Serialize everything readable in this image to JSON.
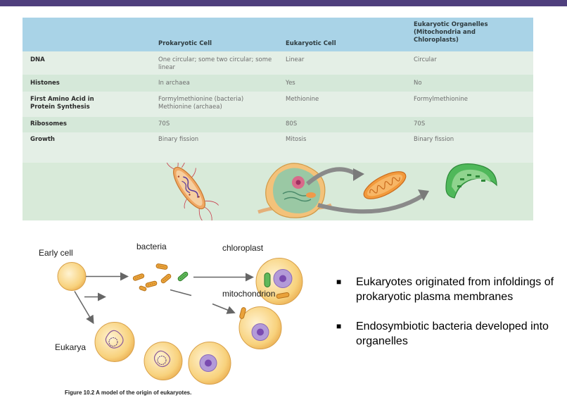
{
  "table": {
    "headers": [
      "",
      "Prokaryotic Cell",
      "Eukaryotic Cell",
      "Eukaryotic Organelles (Mitochondria and Chloroplasts)"
    ],
    "header_lines": [
      "Eukaryotic Organelles",
      "(Mitochondria and",
      "Chloroplasts)"
    ],
    "rows": [
      {
        "label": [
          "DNA"
        ],
        "prokaryotic": [
          "One circular; some two circular; some",
          "linear"
        ],
        "eukaryotic": "Linear",
        "organelles": "Circular"
      },
      {
        "label": [
          "Histones"
        ],
        "prokaryotic": [
          "In archaea"
        ],
        "eukaryotic": "Yes",
        "organelles": "No"
      },
      {
        "label": [
          "First Amino Acid in",
          "Protein Synthesis"
        ],
        "prokaryotic": [
          "Formylmethionine (bacteria)",
          "Methionine (archaea)"
        ],
        "eukaryotic": "Methionine",
        "organelles": "Formylmethionine"
      },
      {
        "label": [
          "Ribosomes"
        ],
        "prokaryotic": [
          "70S"
        ],
        "eukaryotic": "80S",
        "organelles": "70S"
      },
      {
        "label": [
          "Growth"
        ],
        "prokaryotic": [
          "Binary fission"
        ],
        "eukaryotic": "Mitosis",
        "organelles": "Binary fission"
      }
    ]
  },
  "diagram": {
    "early_cell": "Early cell",
    "bacteria": "bacteria",
    "chloroplast": "chloroplast",
    "mitochondrion": "mitochondrion",
    "eukarya": "Eukarya"
  },
  "caption": "Figure 10.2  A model of the origin of eukaryotes.",
  "bullets": [
    {
      "mark": "■",
      "text": "Eukaryotes originated from infoldings of prokaryotic plasma membranes"
    },
    {
      "mark": "■",
      "text": "Endosymbiotic bacteria developed into organelles"
    }
  ],
  "colors": {
    "accent_bar": "#4f3f7d",
    "header_bg": "#a9d3e7",
    "table_bg": "#e4efe6",
    "cell_fill": "#f8d27d"
  }
}
